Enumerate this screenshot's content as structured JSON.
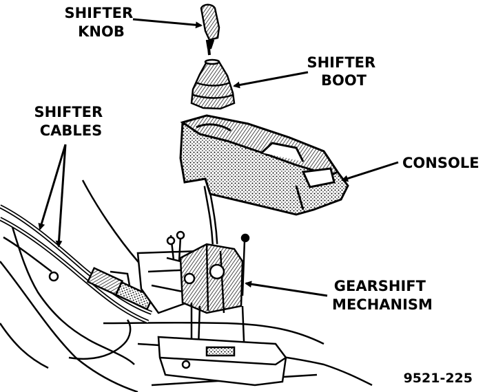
{
  "labels": {
    "shifter_knob": [
      "SHIFTER",
      "KNOB"
    ],
    "shifter_boot": [
      "SHIFTER",
      "BOOT"
    ],
    "shifter_cables": [
      "SHIFTER",
      "CABLES"
    ],
    "console": "CONSOLE",
    "gearshift_mechanism": [
      "GEARSHIFT",
      "MECHANISM"
    ]
  },
  "figure_number": "9521-225"
}
